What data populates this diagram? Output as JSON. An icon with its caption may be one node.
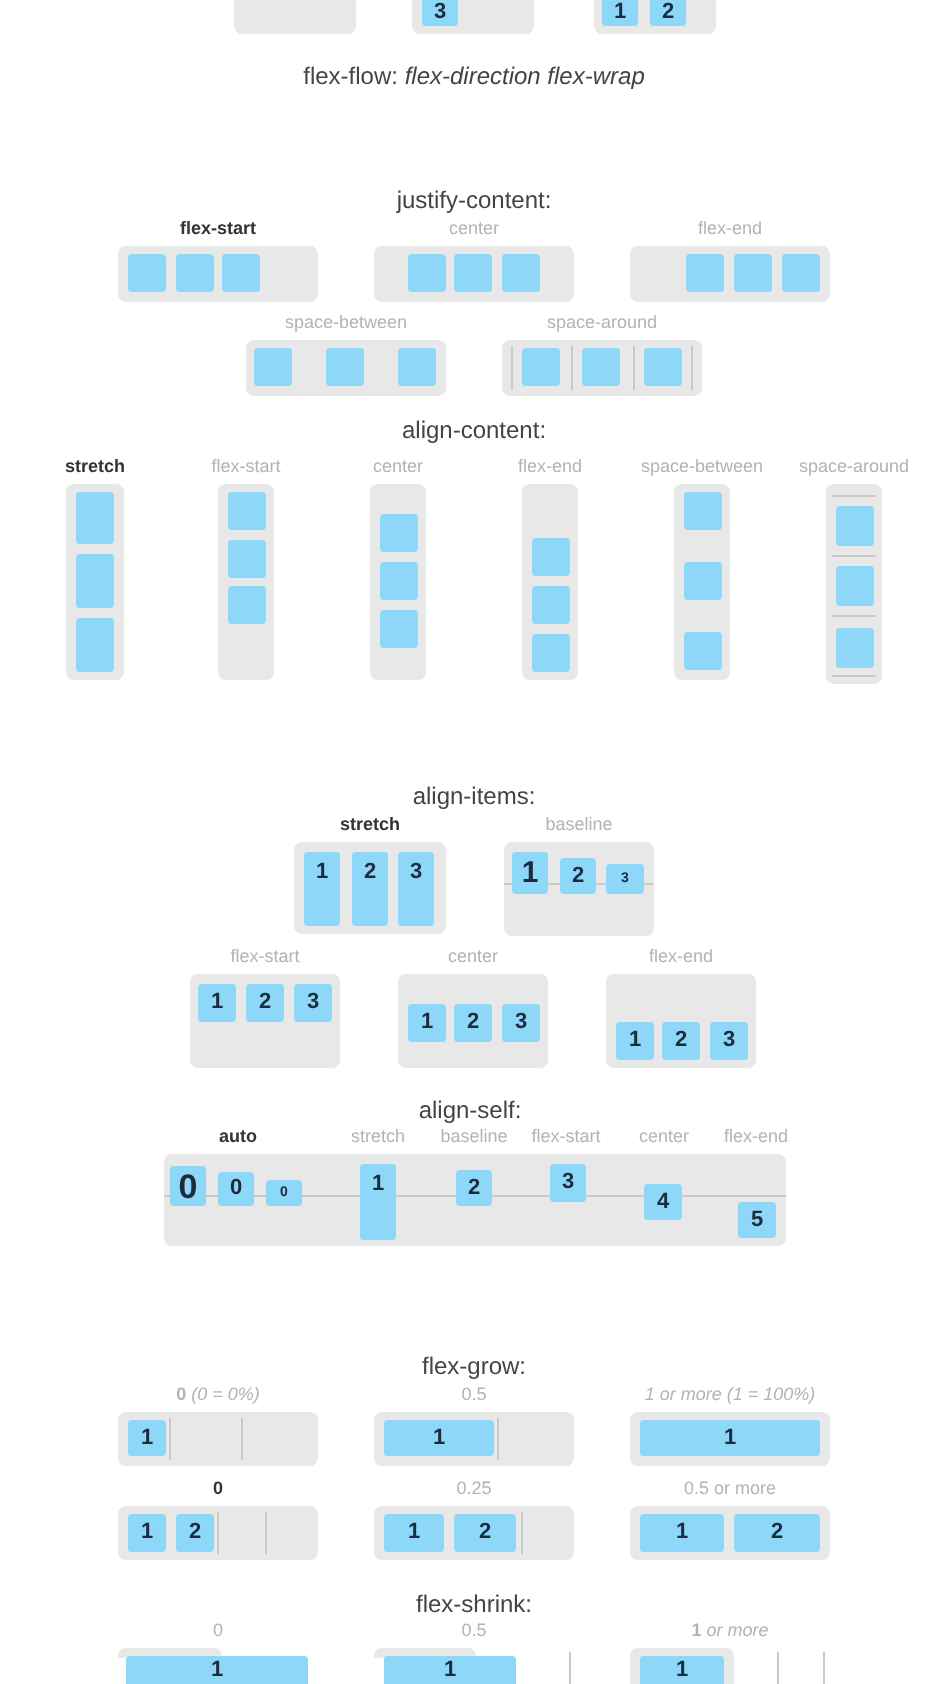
{
  "diagram": {
    "nodes": [
      {
        "text": [],
        "shape": "box"
      },
      {
        "text": [],
        "shape": "box"
      },
      {
        "text": [
          "3"
        ],
        "in": 1
      },
      {
        "text": [],
        "shape": "box"
      },
      {
        "text": [
          "1"
        ],
        "in": 3
      },
      {
        "text": [
          "2"
        ],
        "in": 3
      },
      {
        "text": [
          "flex-start"
        ]
      },
      {
        "text": [],
        "shape": "box",
        "in": 6
      },
      {
        "text": [],
        "shape": "box",
        "in": 6
      },
      {
        "text": [],
        "shape": "box",
        "in": 6
      },
      {
        "text": [
          "center"
        ]
      },
      {
        "text": [],
        "shape": "box",
        "in": 10
      },
      {
        "text": [],
        "shape": "box",
        "in": 10
      },
      {
        "text": [],
        "shape": "box",
        "in": 10
      },
      {
        "text": [
          "flex-end"
        ]
      },
      {
        "text": [],
        "shape": "box",
        "in": 14
      },
      {
        "text": [],
        "shape": "box",
        "in": 14
      },
      {
        "text": [],
        "shape": "box",
        "in": 14
      },
      {
        "text": [
          "space-between"
        ]
      },
      {
        "text": [],
        "shape": "box",
        "in": 18
      },
      {
        "text": [],
        "shape": "box",
        "in": 18
      },
      {
        "text": [],
        "shape": "box",
        "in": 18
      },
      {
        "text": [
          "space-around"
        ]
      },
      {
        "text": [],
        "shape": "box",
        "in": 22
      },
      {
        "text": [],
        "shape": "box",
        "in": 22
      },
      {
        "text": [],
        "shape": "box",
        "in": 22
      },
      {
        "text": [
          "stretch"
        ]
      },
      {
        "text": [],
        "shape": "box",
        "in": 26
      },
      {
        "text": [],
        "shape": "box",
        "in": 26
      },
      {
        "text": [],
        "shape": "box",
        "in": 26
      },
      {
        "text": [
          "flex-start"
        ]
      },
      {
        "text": [],
        "shape": "box",
        "in": 30
      },
      {
        "text": [],
        "shape": "box",
        "in": 30
      },
      {
        "text": [],
        "shape": "box",
        "in": 30
      },
      {
        "text": [
          "center"
        ]
      },
      {
        "text": [],
        "shape": "box",
        "in": 34
      },
      {
        "text": [],
        "shape": "box",
        "in": 34
      },
      {
        "text": [],
        "shape": "box",
        "in": 34
      },
      {
        "text": [
          "flex-end"
        ]
      },
      {
        "text": [],
        "shape": "box",
        "in": 38
      },
      {
        "text": [],
        "shape": "box",
        "in": 38
      },
      {
        "text": [],
        "shape": "box",
        "in": 38
      },
      {
        "text": [
          "space-between"
        ]
      },
      {
        "text": [],
        "shape": "box",
        "in": 42
      },
      {
        "text": [],
        "shape": "box",
        "in": 42
      },
      {
        "text": [],
        "shape": "box",
        "in": 42
      },
      {
        "text": [
          "space-around"
        ]
      },
      {
        "text": [],
        "shape": "box",
        "in": 46
      },
      {
        "text": [],
        "shape": "box",
        "in": 46
      },
      {
        "text": [],
        "shape": "box",
        "in": 46
      },
      {
        "text": [
          "stretch"
        ]
      },
      {
        "text": [
          "1"
        ],
        "in": 50
      },
      {
        "text": [
          "2"
        ],
        "in": 50
      },
      {
        "text": [
          "3"
        ],
        "in": 50
      },
      {
        "text": [
          "baseline"
        ]
      },
      {
        "text": [
          "1"
        ],
        "in": 54
      },
      {
        "text": [
          "2"
        ],
        "in": 54
      },
      {
        "text": [
          "3"
        ],
        "in": 54
      },
      {
        "text": [
          "flex-start"
        ]
      },
      {
        "text": [
          "1"
        ],
        "in": 58
      },
      {
        "text": [
          "2"
        ],
        "in": 58
      },
      {
        "text": [
          "3"
        ],
        "in": 58
      },
      {
        "text": [
          "center"
        ]
      },
      {
        "text": [
          "1"
        ],
        "in": 62
      },
      {
        "text": [
          "2"
        ],
        "in": 62
      },
      {
        "text": [
          "3"
        ],
        "in": 62
      },
      {
        "text": [
          "flex-end"
        ]
      },
      {
        "text": [
          "1"
        ],
        "in": 66
      },
      {
        "text": [
          "2"
        ],
        "in": 66
      },
      {
        "text": [
          "3"
        ],
        "in": 66
      },
      {
        "text": [
          "auto",
          "stretch",
          "baseline",
          "flex-start",
          "center",
          "flex-end"
        ]
      },
      {
        "text": [
          "0"
        ],
        "in": 70
      },
      {
        "text": [
          "0"
        ],
        "in": 70
      },
      {
        "text": [
          "0"
        ],
        "in": 70
      },
      {
        "text": [
          "1"
        ],
        "in": 70
      },
      {
        "text": [
          "2"
        ],
        "in": 70
      },
      {
        "text": [
          "3"
        ],
        "in": 70
      },
      {
        "text": [
          "4"
        ],
        "in": 70
      },
      {
        "text": [
          "5"
        ],
        "in": 70
      },
      {
        "text": [
          "**0** *(0 = 0%)*"
        ]
      },
      {
        "text": [
          "1"
        ],
        "in": 79
      },
      {
        "text": [
          "0.5"
        ]
      },
      {
        "text": [
          "1"
        ],
        "in": 81
      },
      {
        "text": [
          "1 or more (1 = 100%)"
        ]
      },
      {
        "text": [
          "1"
        ],
        "in": 83
      },
      {
        "text": [
          "0"
        ]
      },
      {
        "text": [
          "1"
        ],
        "in": 85
      },
      {
        "text": [
          "2"
        ],
        "in": 85
      },
      {
        "text": [
          "0.25"
        ]
      },
      {
        "text": [
          "1"
        ],
        "in": 88
      },
      {
        "text": [
          "2"
        ],
        "in": 88
      },
      {
        "text": [
          "0.5 or more"
        ]
      },
      {
        "text": [
          "1"
        ],
        "in": 91
      },
      {
        "text": [
          "2"
        ],
        "in": 91
      },
      {
        "text": [
          "0"
        ]
      },
      {
        "text": [
          "1"
        ]
      },
      {
        "text": [
          "0.5"
        ]
      },
      {
        "text": [
          "1"
        ]
      },
      {
        "text": [
          "**1** *or more*"
        ]
      },
      {
        "text": [
          "1"
        ],
        "in": 98
      }
    ],
    "labels": [
      "flex-flow: *flex-direction flex-wrap*",
      "justify-content:",
      "align-content:",
      "align-items:",
      "align-self:",
      "flex-grow:",
      "flex-shrink:"
    ]
  }
}
